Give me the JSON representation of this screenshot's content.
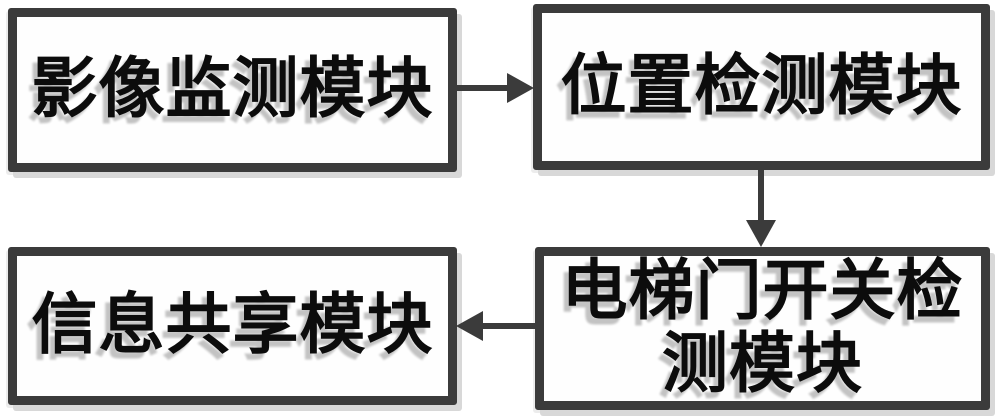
{
  "diagram": {
    "type": "flowchart",
    "nodes": [
      {
        "id": "image-monitoring",
        "label": "影像监测模块"
      },
      {
        "id": "position-detection",
        "label": "位置检测模块"
      },
      {
        "id": "door-switch-detection",
        "label": "电梯门开关检\n测模块"
      },
      {
        "id": "info-sharing",
        "label": "信息共享模块"
      }
    ],
    "edges": [
      {
        "from": "image-monitoring",
        "to": "position-detection",
        "direction": "right"
      },
      {
        "from": "position-detection",
        "to": "door-switch-detection",
        "direction": "down"
      },
      {
        "from": "door-switch-detection",
        "to": "info-sharing",
        "direction": "left"
      }
    ],
    "colors": {
      "background": "#ffffff",
      "box_fill": "#fefefe",
      "border": "#3b3b3b",
      "arrow": "#3b3b3b",
      "text": "#0c0c0c",
      "text_shadow": "#c3c3c3",
      "box_shadow": "#d8d8d8"
    }
  }
}
